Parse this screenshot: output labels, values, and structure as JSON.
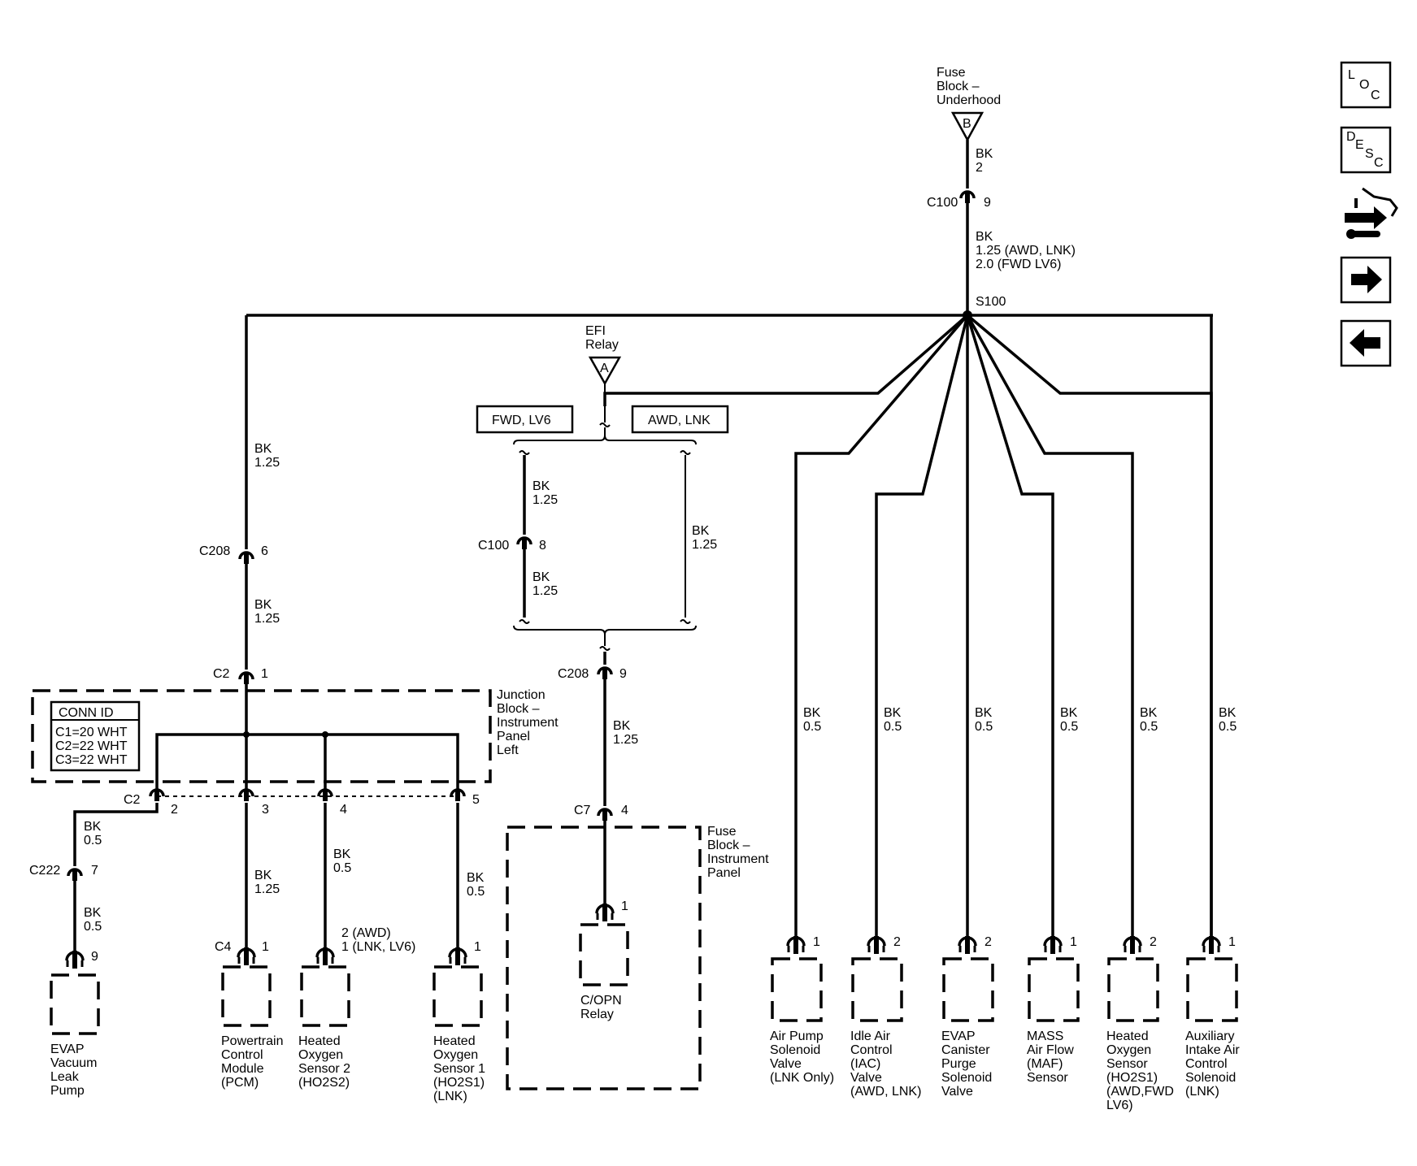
{
  "sources": {
    "fuse_block_underhood": {
      "line1": "Fuse",
      "line2": "Block –",
      "line3": "Underhood",
      "terminal": "B"
    },
    "efi_relay": {
      "line1": "EFI",
      "line2": "Relay",
      "terminal": "A"
    }
  },
  "wires": {
    "top_color": "BK",
    "top_gauge": "2",
    "c100_top": {
      "connector": "C100",
      "pin": "9"
    },
    "main_color": "BK",
    "main_gauge_1": "1.25 (AWD, LNK)",
    "main_gauge_2": "2.0 (FWD LV6)",
    "splice": "S100",
    "left_color": "BK",
    "left_gauge": "1.25",
    "c208_left": {
      "connector": "C208",
      "pin": "6"
    },
    "left2_color": "BK",
    "left2_gauge": "1.25",
    "c2_top": {
      "connector": "C2",
      "pin": "1"
    }
  },
  "options": {
    "fwd": "FWD, LV6",
    "awd": "AWD, LNK"
  },
  "middle": {
    "w1_color": "BK",
    "w1_gauge": "1.25",
    "c100": {
      "connector": "C100",
      "pin": "8"
    },
    "w2_color": "BK",
    "w2_gauge": "1.25",
    "w3_color": "BK",
    "w3_gauge": "1.25",
    "c208": {
      "connector": "C208",
      "pin": "9"
    },
    "w4_color": "BK",
    "w4_gauge": "1.25",
    "c7": {
      "connector": "C7",
      "pin": "4"
    },
    "relay_pin": "1",
    "fuse_block_ip": {
      "line1": "Fuse",
      "line2": "Block –",
      "line3": "Instrument",
      "line4": "Panel"
    },
    "relay": {
      "line1": "C/OPN",
      "line2": "Relay"
    }
  },
  "junction": {
    "label": {
      "line1": "Junction",
      "line2": "Block –",
      "line3": "Instrument",
      "line4": "Panel",
      "line5": "Left"
    },
    "conn_id": {
      "title": "CONN ID",
      "c1": "C1=20 WHT",
      "c2": "C2=22 WHT",
      "c3": "C3=22 WHT"
    },
    "c2_bottom": "C2",
    "pins": [
      "2",
      "3",
      "4",
      "5"
    ]
  },
  "left_loads": {
    "evap_w1_color": "BK",
    "evap_w1_gauge": "0.5",
    "c222": {
      "connector": "C222",
      "pin": "7"
    },
    "evap_w2_color": "BK",
    "evap_w2_gauge": "0.5",
    "evap_pin": "9",
    "evap": {
      "line1": "EVAP",
      "line2": "Vacuum",
      "line3": "Leak",
      "line4": "Pump"
    },
    "pcm_w_color": "BK",
    "pcm_w_gauge": "1.25",
    "pcm_conn": {
      "connector": "C4",
      "pin": "1"
    },
    "pcm": {
      "line1": "Powertrain",
      "line2": "Control",
      "line3": "Module",
      "line4": "(PCM)"
    },
    "ho2s2_w_color": "BK",
    "ho2s2_w_gauge": "0.5",
    "ho2s2_pin_1": "2 (AWD)",
    "ho2s2_pin_2": "1 (LNK, LV6)",
    "ho2s2": {
      "line1": "Heated",
      "line2": "Oxygen",
      "line3": "Sensor 2",
      "line4": "(HO2S2)"
    },
    "ho2s1_w_color": "BK",
    "ho2s1_w_gauge": "0.5",
    "ho2s1_pin": "1",
    "ho2s1": {
      "line1": "Heated",
      "line2": "Oxygen",
      "line3": "Sensor 1",
      "line4": "(HO2S1)",
      "line5": "(LNK)"
    }
  },
  "right_loads": [
    {
      "color": "BK",
      "gauge": "0.5",
      "pin": "1",
      "lines": [
        "Air Pump",
        "Solenoid",
        "Valve",
        "(LNK Only)"
      ]
    },
    {
      "color": "BK",
      "gauge": "0.5",
      "pin": "2",
      "lines": [
        "Idle Air",
        "Control",
        "(IAC)",
        "Valve",
        "(AWD, LNK)"
      ]
    },
    {
      "color": "BK",
      "gauge": "0.5",
      "pin": "2",
      "lines": [
        "EVAP",
        "Canister",
        "Purge",
        "Solenoid",
        "Valve"
      ]
    },
    {
      "color": "BK",
      "gauge": "0.5",
      "pin": "1",
      "lines": [
        "MASS",
        "Air Flow",
        "(MAF)",
        "Sensor"
      ]
    },
    {
      "color": "BK",
      "gauge": "0.5",
      "pin": "2",
      "lines": [
        "Heated",
        "Oxygen",
        "Sensor",
        "(HO2S1)",
        "(AWD,FWD",
        "LV6)"
      ]
    },
    {
      "color": "BK",
      "gauge": "0.5",
      "pin": "1",
      "lines": [
        "Auxiliary",
        "Intake Air",
        "Control",
        "Solenoid",
        "(LNK)"
      ]
    }
  ],
  "nav": {
    "loc": {
      "l": "L",
      "o": "O",
      "c": "C"
    },
    "desc": {
      "d": "D",
      "e": "E",
      "s": "S",
      "c": "C"
    },
    "icons": [
      "tools-icon",
      "arrow-right-icon",
      "arrow-left-icon"
    ]
  }
}
